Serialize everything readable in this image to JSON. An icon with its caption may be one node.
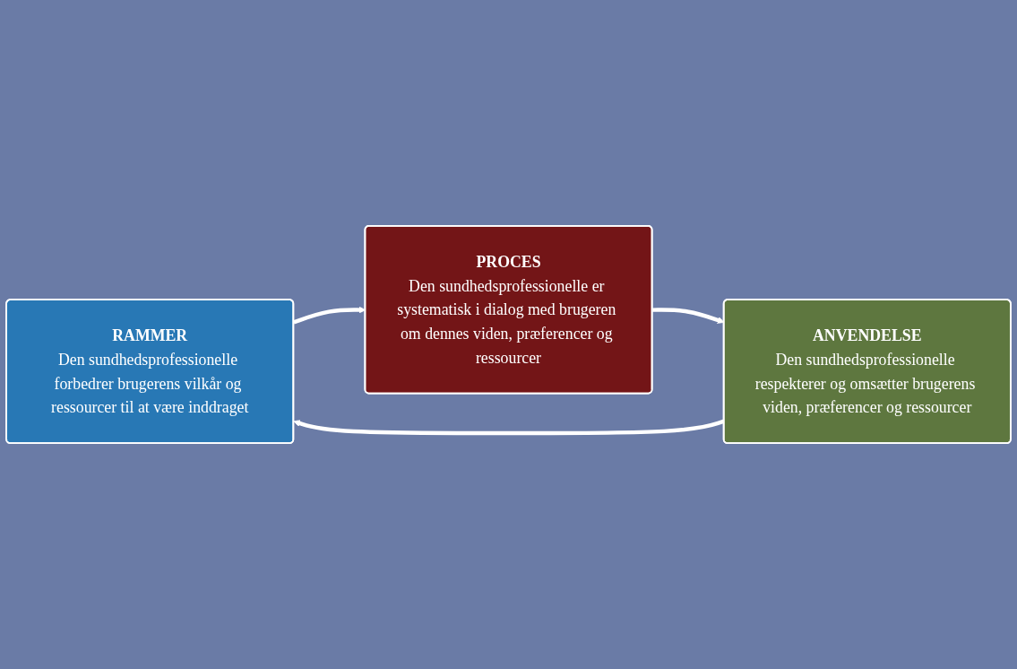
{
  "diagram": {
    "nodes": [
      {
        "text": [
          "RAMMER",
          "Den sundhedsprofessionelle forbedrer brugerens vilkår og ressourcer til at være inddraget"
        ]
      },
      {
        "text": [
          "PROCES",
          "Den sundhedsprofessionelle er systematisk i dialog med brugeren om dennes viden, præferencer og ressourcer"
        ]
      },
      {
        "text": [
          "ANVENDELSE",
          "Den sundhedsprofessionelle respekterer og omsætter brugerens viden, præferencer og ressourcer"
        ]
      }
    ],
    "edges": [
      {
        "from": 0,
        "to": 1,
        "arrow": "to"
      },
      {
        "from": 1,
        "to": 2,
        "arrow": "to"
      },
      {
        "from": 2,
        "to": 0,
        "arrow": "to"
      }
    ]
  }
}
